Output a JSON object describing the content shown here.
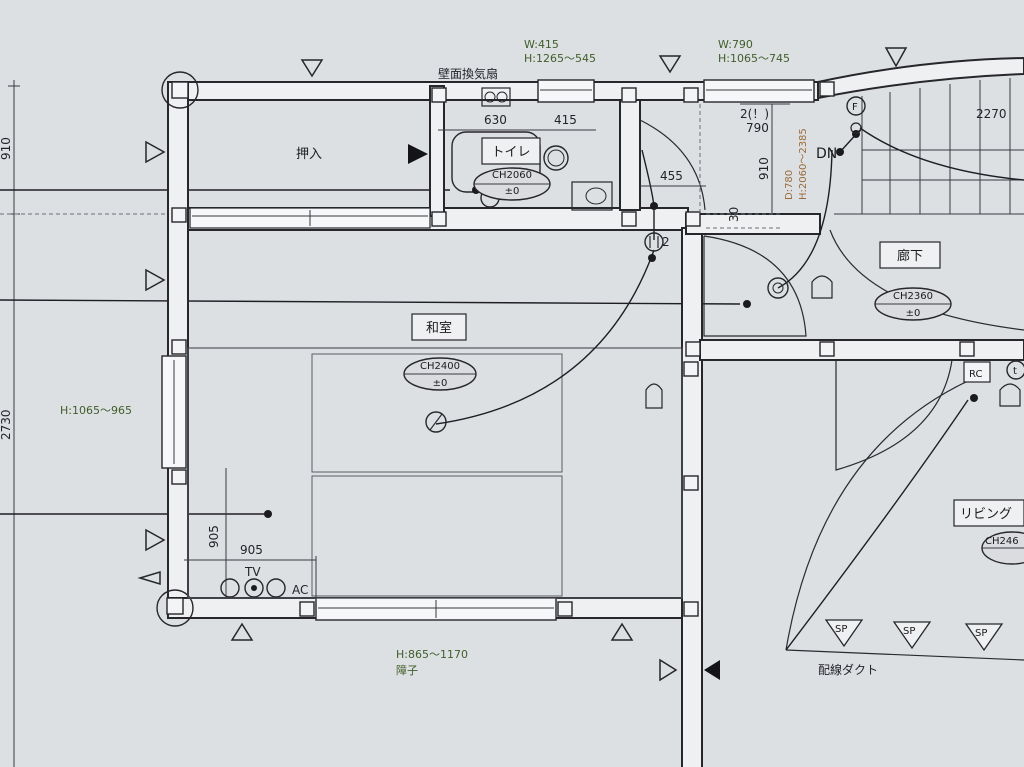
{
  "colors": {
    "paper": "#dcdfe2",
    "ink": "#26262b",
    "green_text": "#3f5d2a",
    "orange_text": "#9a6a3a"
  },
  "windows": {
    "top_1": {
      "w": "W:415",
      "h": "H:1265～545"
    },
    "top_2": {
      "w": "W:790",
      "h": "H:1065～745"
    },
    "left": {
      "h": "H:1065～965"
    },
    "bottom": {
      "h": "H:865～1170",
      "type": "障子"
    }
  },
  "labels": {
    "fan": "壁面換気扇",
    "closet": "押入",
    "toilet": "トイレ",
    "washitsu": "和室",
    "corridor": "廊下",
    "living": "リビング",
    "down": "DN",
    "wiring_duct": "配線ダクト",
    "tv": "TV",
    "ac": "AC",
    "rc": "RC",
    "fan_symbol": "F",
    "thermostat": "t",
    "switch_2": "2",
    "switch_2_paren": "2(！)"
  },
  "ceiling_heights": {
    "toilet": {
      "h": "CH2060",
      "d": "±0"
    },
    "washitsu": {
      "h": "CH2400",
      "d": "±0"
    },
    "corridor": {
      "h": "CH2360",
      "d": "±0"
    },
    "living": {
      "h": "CH246"
    }
  },
  "dimensions": {
    "d630": "630",
    "d415": "415",
    "d790": "790",
    "d455": "455",
    "d910_v": "910",
    "d30": "30",
    "d2270": "2270",
    "d905_v": "905",
    "d905_h": "905",
    "left_910": "910",
    "left_2730": "2730",
    "stair_note": "D:780",
    "stair_note2": "H:2060～2385"
  },
  "speakers": [
    "SP",
    "SP",
    "SP"
  ]
}
